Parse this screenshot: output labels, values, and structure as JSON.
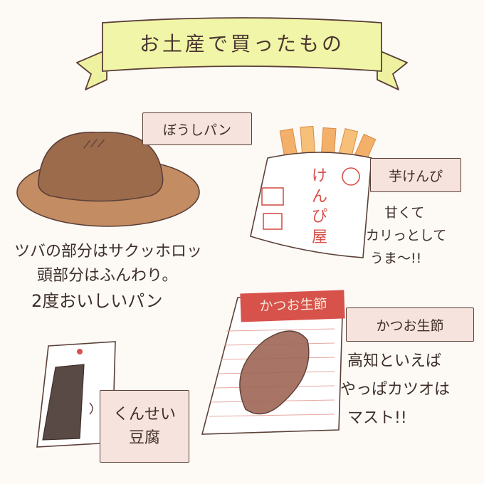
{
  "title": "お土産で買ったもの",
  "items": {
    "bread": {
      "label": "ぼうしパン",
      "desc_lines": [
        "ツバの部分はサクッホロッ",
        "頭部分はふんわり。",
        "2度おいしいパン"
      ]
    },
    "kenpi": {
      "label": "芋けんぴ",
      "bag_text": "けんぴ屋",
      "desc_lines": [
        "甘くて",
        "カリっとして",
        "うま〜!!"
      ]
    },
    "katsuo": {
      "label": "かつお生節",
      "pack_label": "かつお生節",
      "desc_lines": [
        "高知といえば",
        "やっぱカツオは",
        "マスト!!"
      ]
    },
    "tofu": {
      "label_lines": [
        "くんせい",
        "豆腐"
      ]
    }
  },
  "colors": {
    "banner": "#f1f5a8",
    "label_bg": "#f6e3de",
    "outline": "#5b4038",
    "bread": "#b9835a",
    "katsuo": "#9b6556",
    "accent_red": "#d7524b"
  }
}
